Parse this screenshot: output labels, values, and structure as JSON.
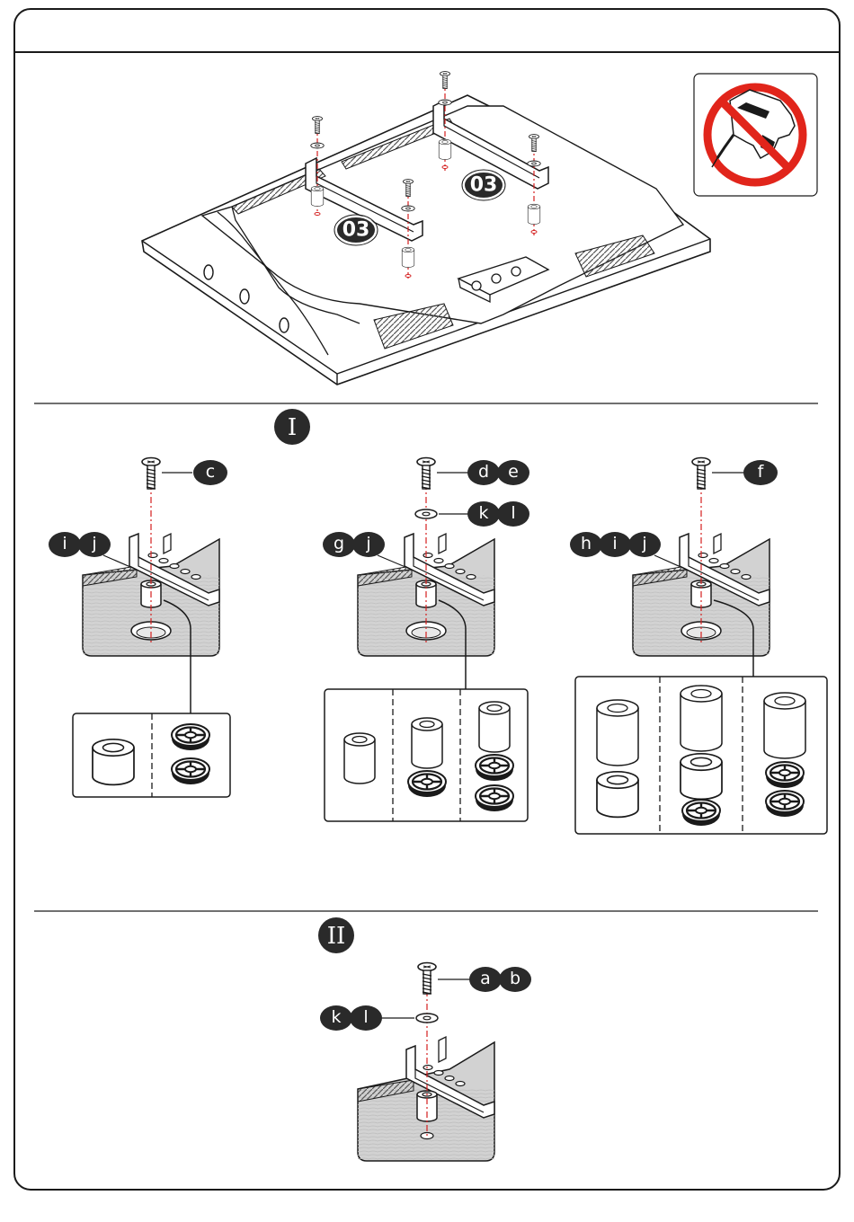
{
  "overview": {
    "callouts": [
      "03",
      "03"
    ],
    "warning_icon": "no-power-drill-icon"
  },
  "step1": {
    "badge": "I",
    "col1": {
      "screw": [
        "c"
      ],
      "spacer": [
        "i",
        "j"
      ]
    },
    "col2": {
      "screw": [
        "d",
        "e"
      ],
      "washer": [
        "k",
        "l"
      ],
      "spacer": [
        "g",
        "j"
      ]
    },
    "col3": {
      "screw": [
        "f"
      ],
      "spacer": [
        "h",
        "i",
        "j"
      ]
    }
  },
  "step2": {
    "badge": "II",
    "screw": [
      "a",
      "b"
    ],
    "washer": [
      "k",
      "l"
    ]
  },
  "colors": {
    "line": "#1a1a1a",
    "bubble": "#2a2a2a",
    "centerline": "#d41f1f",
    "panel_fill": "#d2d2d2",
    "prohibit_red": "#e1251b"
  }
}
